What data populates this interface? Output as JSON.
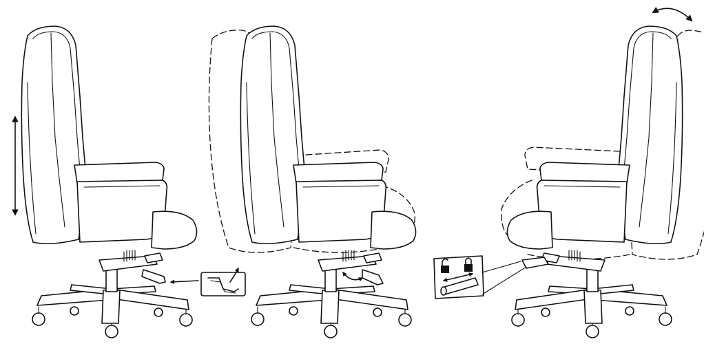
{
  "figure": {
    "panels": [
      {
        "id": "seat-height",
        "icon": "double-arrow-vertical-icon",
        "control": "lift-lever"
      },
      {
        "id": "tilt-tension",
        "icon": "curved-double-arrow-icon",
        "control": "tension-knob"
      },
      {
        "id": "tilt-lock",
        "icons": [
          "unlock-icon",
          "lock-icon",
          "curved-double-arrow-icon"
        ],
        "control": "lock-handle"
      }
    ],
    "line_color": "#111111",
    "background": "#ffffff"
  }
}
